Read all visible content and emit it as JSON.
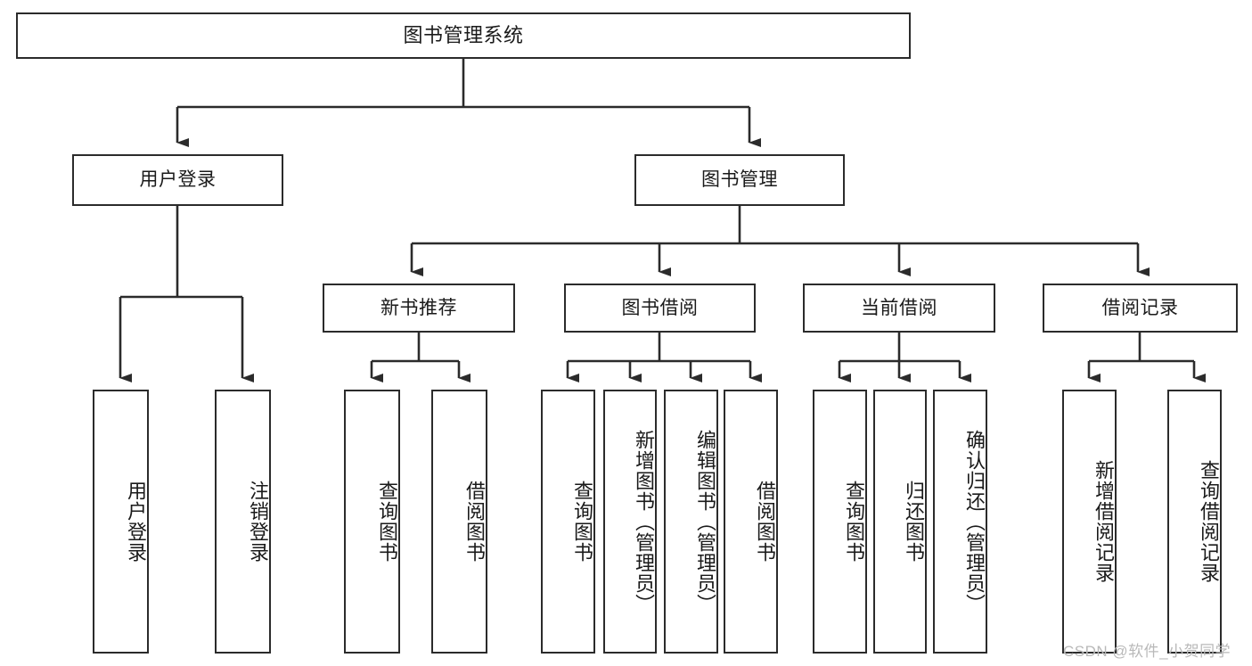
{
  "diagram": {
    "title": "图书管理系统",
    "type": "tree-hierarchy-diagram",
    "background_color": "#ffffff",
    "line_color": "#2b2b2b",
    "text_color": "#1a1a1a"
  },
  "nodes": {
    "root": {
      "label": "图书管理系统",
      "level": 1
    },
    "level2": [
      {
        "id": "user-login",
        "label": "用户登录"
      },
      {
        "id": "book-management",
        "label": "图书管理"
      }
    ],
    "level3": [
      {
        "id": "new-book-recommend",
        "label": "新书推荐"
      },
      {
        "id": "book-borrow",
        "label": "图书借阅"
      },
      {
        "id": "current-borrow",
        "label": "当前借阅"
      },
      {
        "id": "borrow-record",
        "label": "借阅记录"
      }
    ],
    "leaves": {
      "user_login": [
        {
          "id": "leaf-user-login",
          "label": "用户登录"
        },
        {
          "id": "leaf-user-logout",
          "label": "注销登录"
        }
      ],
      "new_book_recommend": [
        {
          "id": "leaf-query-book-1",
          "label": "查询图书"
        },
        {
          "id": "leaf-borrow-book-1",
          "label": "借阅图书"
        }
      ],
      "book_borrow": [
        {
          "id": "leaf-query-book-2",
          "label": "查询图书"
        },
        {
          "id": "leaf-add-book",
          "label": "新增图书（管理员）"
        },
        {
          "id": "leaf-edit-book",
          "label": "编辑图书（管理员）"
        },
        {
          "id": "leaf-borrow-book-2",
          "label": "借阅图书"
        }
      ],
      "current_borrow": [
        {
          "id": "leaf-query-book-3",
          "label": "查询图书"
        },
        {
          "id": "leaf-return-book",
          "label": "归还图书"
        },
        {
          "id": "leaf-confirm-return",
          "label": "确认归还（管理员）"
        }
      ],
      "borrow_record": [
        {
          "id": "leaf-add-record",
          "label": "新增借阅记录"
        },
        {
          "id": "leaf-query-record",
          "label": "查询借阅记录"
        }
      ]
    }
  },
  "watermark": {
    "text": "CSDN @软件_小贺同学"
  }
}
